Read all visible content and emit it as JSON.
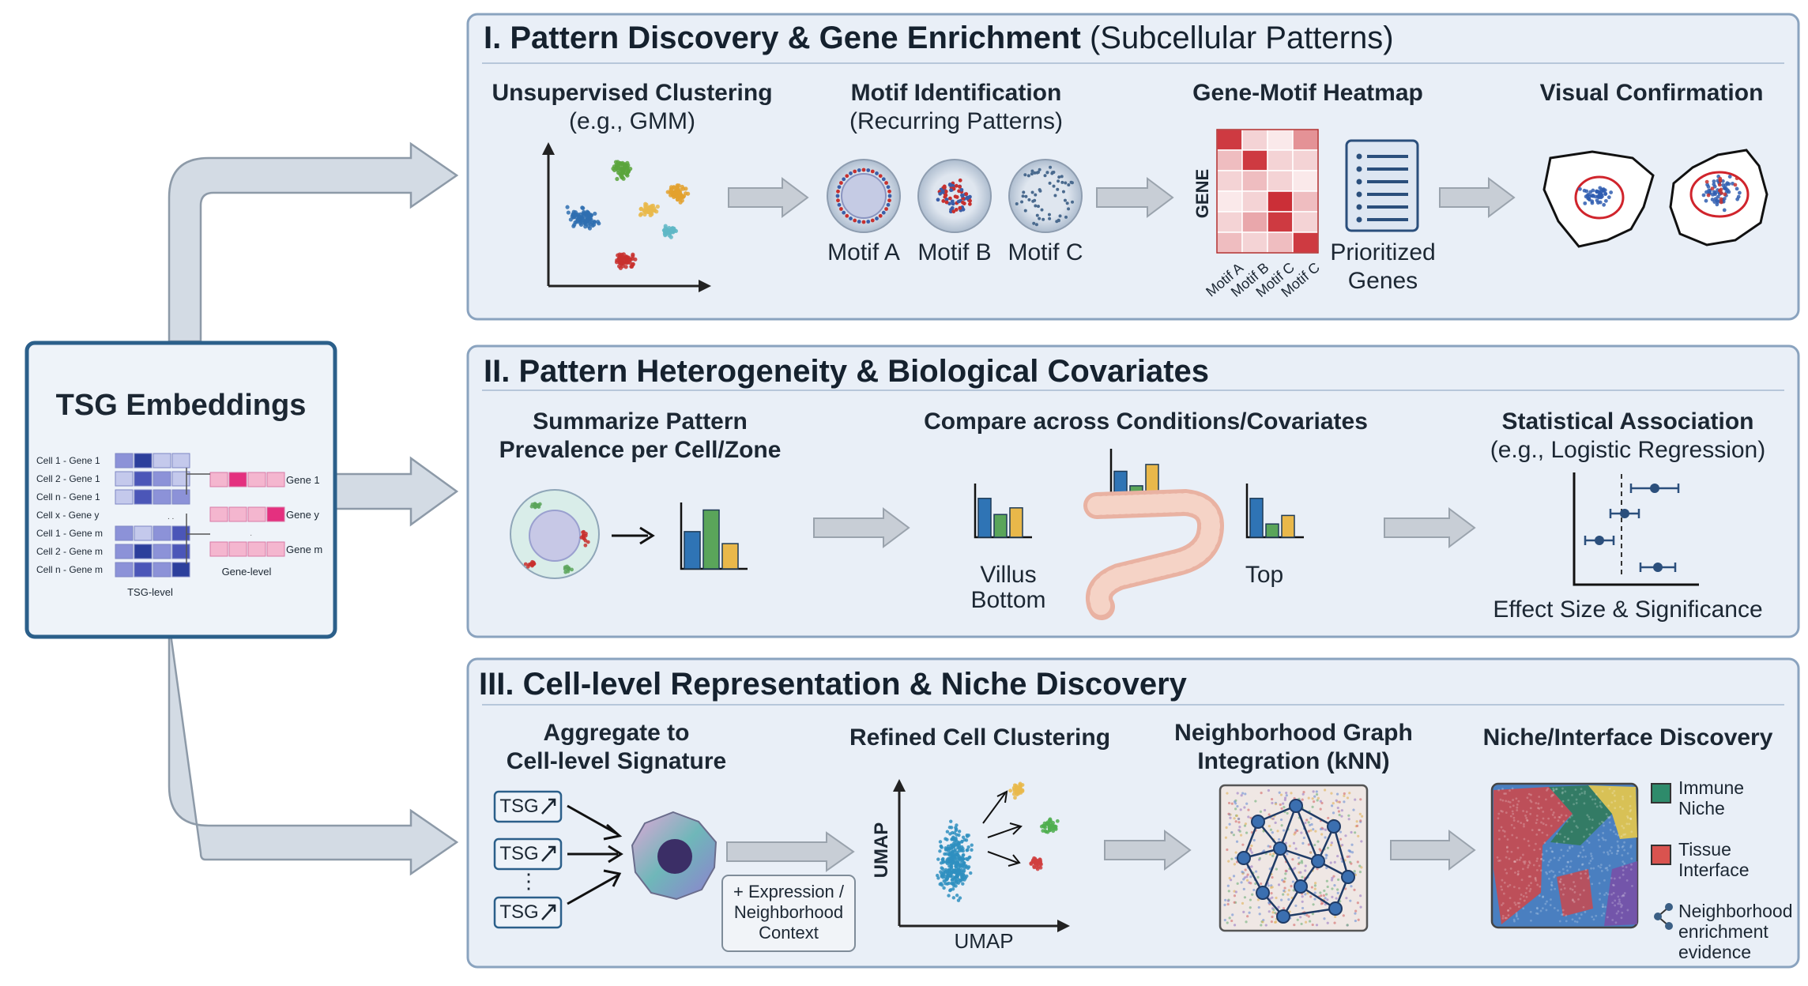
{
  "embeddings": {
    "title": "TSG Embeddings",
    "tsg_rows": [
      "Cell 1 - Gene 1",
      "Cell 2 - Gene 1",
      "Cell n - Gene 1",
      "Cell x - Gene y",
      "Cell 1 - Gene m",
      "Cell 2 - Gene m",
      "Cell n - Gene m"
    ],
    "gene_rows": [
      "Gene 1",
      "Gene y",
      "Gene m"
    ],
    "tsg_caption": "TSG-level",
    "gene_caption": "Gene-level"
  },
  "section1": {
    "title_bold": "I. Pattern Discovery & Gene Enrichment",
    "title_light": "(Subcellular Patterns)",
    "step1": {
      "title": "Unsupervised Clustering",
      "subtitle": "(e.g., GMM)"
    },
    "step2": {
      "title": "Motif Identification",
      "subtitle": "(Recurring Patterns)",
      "motifs": [
        "Motif A",
        "Motif B",
        "Motif C"
      ]
    },
    "step3": {
      "title": "Gene-Motif Heatmap",
      "axis_label": "GENE",
      "columns": [
        "Motif A",
        "Motif B",
        "Motif C",
        "Motif C"
      ],
      "side_label": [
        "Prioritized",
        "Genes"
      ]
    },
    "step4": {
      "title": "Visual Confirmation"
    }
  },
  "section2": {
    "title": "II. Pattern Heterogeneity & Biological Covariates",
    "step1": {
      "title": [
        "Summarize Pattern",
        "Prevalence per Cell/Zone"
      ]
    },
    "step2": {
      "title": "Compare across Conditions/Covariates",
      "labels": [
        "Villus",
        "Bottom",
        "Top"
      ]
    },
    "step3": {
      "title": "Statistical Association",
      "subtitle": "(e.g., Logistic Regression)",
      "caption": "Effect Size & Significance"
    }
  },
  "section3": {
    "title": "III. Cell-level Representation & Niche Discovery",
    "step1": {
      "title": [
        "Aggregate to",
        "Cell-level Signature"
      ],
      "tokens": [
        "TSG",
        "TSG",
        "TSG"
      ],
      "ellipsis": "⋮",
      "context": [
        "+ Expression /",
        "Neighborhood",
        "Context"
      ]
    },
    "step2": {
      "title": "Refined Cell Clustering",
      "axis": "UMAP"
    },
    "step3": {
      "title": [
        "Neighborhood Graph",
        "Integration (kNN)"
      ]
    },
    "step4": {
      "title": "Niche/Interface Discovery",
      "legend": [
        {
          "label": [
            "Immune",
            "Niche"
          ],
          "color": "#2e8b6b"
        },
        {
          "label": [
            "Tissue",
            "Interface"
          ],
          "color": "#d9534f"
        },
        {
          "label": [
            "Neighborhood",
            "enrichment",
            "evidence"
          ],
          "color": "#3b5f85"
        }
      ]
    }
  },
  "colors": {
    "panel_fill": "#e9eff7",
    "panel_stroke": "#8aa3bf",
    "arrow": "#b5c0cc",
    "accent_blue": "#2f74b5",
    "accent_green": "#5aa55a",
    "accent_yellow": "#e9b84a",
    "heat_red": "#c8242c"
  }
}
